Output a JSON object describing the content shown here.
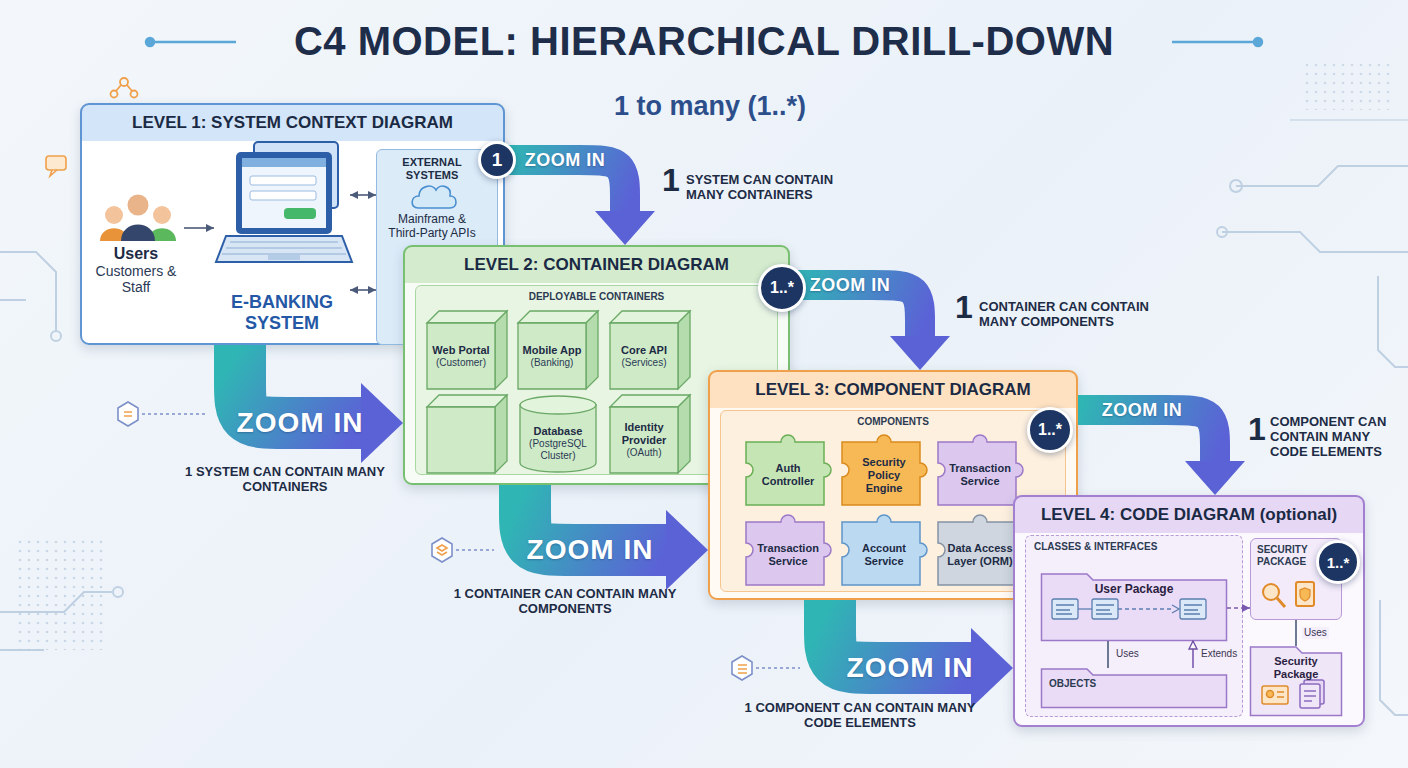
{
  "diagram": {
    "title": "C4 MODEL: HIERARCHICAL DRILL-DOWN",
    "nodes": [
      {
        "text": [
          "LEVEL 1: SYSTEM CONTEXT DIAGRAM"
        ]
      },
      {
        "text": [
          "Users",
          "Customers & Staff"
        ],
        "in": 0
      },
      {
        "text": [
          "E-BANKING SYSTEM"
        ],
        "in": 0
      },
      {
        "text": [
          "EXTERNAL SYSTEMS",
          "Mainframe & Third-Party APIs"
        ],
        "in": 0
      },
      {
        "text": [
          "LEVEL 2: CONTAINER DIAGRAM"
        ]
      },
      {
        "text": [
          "DEPLOYABLE CONTAINERS"
        ],
        "in": 4
      },
      {
        "text": [
          "Web Portal",
          "(Customer)"
        ],
        "in": 5
      },
      {
        "text": [
          "Mobile App",
          "(Banking)"
        ],
        "in": 5
      },
      {
        "text": [
          "Core API",
          "(Services)"
        ],
        "in": 5
      },
      {
        "text": [
          "Database",
          "(PostgreSQL Cluster)"
        ],
        "in": 5
      },
      {
        "text": [
          "Identity Provider",
          "(OAuth)"
        ],
        "in": 5
      },
      {
        "text": [
          "LEVEL 3: COMPONENT DIAGRAM"
        ]
      },
      {
        "text": [
          "COMPONENTS"
        ],
        "in": 11
      },
      {
        "text": [
          "Auth Controller"
        ],
        "in": 12
      },
      {
        "text": [
          "Security Policy Engine"
        ],
        "in": 12
      },
      {
        "text": [
          "Transaction Service"
        ],
        "in": 12
      },
      {
        "text": [
          "Transaction Service"
        ],
        "in": 12
      },
      {
        "text": [
          "Account Service"
        ],
        "in": 12
      },
      {
        "text": [
          "Data Access Layer (ORM)"
        ],
        "in": 12
      },
      {
        "text": [
          "LEVEL 4: CODE DIAGRAM (optional)"
        ]
      },
      {
        "text": [
          "CLASSES & INTERFACES"
        ],
        "in": 19
      },
      {
        "text": [
          "User Package"
        ],
        "in": 20
      },
      {
        "text": [
          "OBJECTS"
        ],
        "in": 20
      },
      {
        "text": [
          "SECURITY PACKAGE"
        ],
        "in": 19
      },
      {
        "text": [
          "Security Package"
        ],
        "in": 19
      }
    ],
    "edges": [
      {
        "from": 1,
        "to": 2,
        "arrow": "to"
      },
      {
        "from": 2,
        "to": 3,
        "arrow": "both"
      },
      {
        "from": 2,
        "to": 3,
        "arrow": "both"
      },
      {
        "from": 0,
        "to": 4,
        "label": "ZOOM IN",
        "arrow": "to"
      },
      {
        "from": 0,
        "to": 4,
        "label": "ZOOM IN",
        "arrow": "to"
      },
      {
        "from": 4,
        "to": 11,
        "label": "ZOOM IN",
        "arrow": "to"
      },
      {
        "from": 4,
        "to": 11,
        "label": "ZOOM IN",
        "arrow": "to"
      },
      {
        "from": 11,
        "to": 19,
        "label": "ZOOM IN",
        "arrow": "to"
      },
      {
        "from": 11,
        "to": 19,
        "label": "ZOOM IN",
        "arrow": "to"
      },
      {
        "from": 21,
        "to": 22,
        "label": "Uses",
        "arrow": "none"
      },
      {
        "from": 22,
        "to": 21,
        "label": "Extends",
        "arrow": "to"
      },
      {
        "from": 21,
        "to": 23,
        "arrow": "to"
      },
      {
        "from": 23,
        "to": 24,
        "label": "Uses",
        "arrow": "none"
      }
    ],
    "labels": [
      "1 to many (1..*)",
      "1",
      "1..*",
      "1..*",
      "1..*",
      "1",
      "SYSTEM CAN CONTAIN MANY CONTAINERS",
      "1",
      "CONTAINER CAN CONTAIN MANY COMPONENTS",
      "1",
      "COMPONENT CAN CONTAIN MANY CODE ELEMENTS",
      "1 SYSTEM CAN CONTAIN MANY CONTAINERS",
      "1 CONTAINER CAN CONTAIN MANY COMPONENTS",
      "1 COMPONENT CAN CONTAIN MANY CODE ELEMENTS"
    ]
  }
}
